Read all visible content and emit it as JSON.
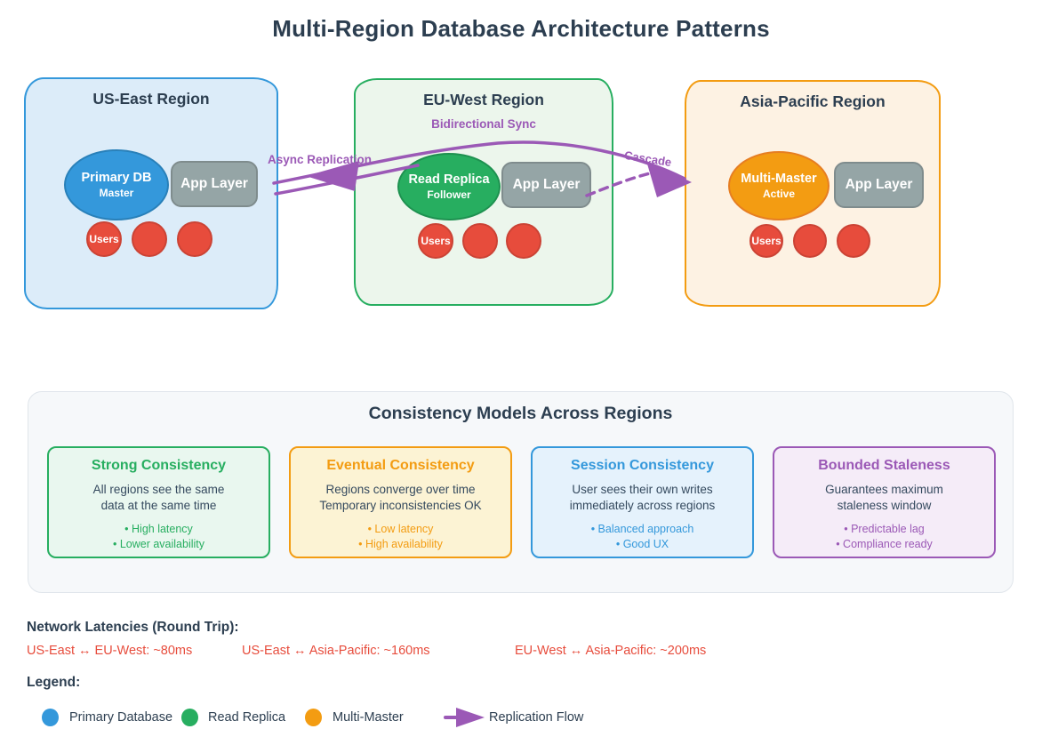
{
  "title": "Multi-Region Database Architecture Patterns",
  "regions": [
    {
      "name": "US-East Region",
      "db_label": "Primary DB",
      "db_sublabel": "Master",
      "app_label": "App Layer",
      "users_label": "Users",
      "db_color": "#3498db",
      "box_fill": "#dcecf9",
      "box_border": "#3498db"
    },
    {
      "name": "EU-West Region",
      "subtitle": "Bidirectional Sync",
      "db_label": "Read Replica",
      "db_sublabel": "Follower",
      "app_label": "App Layer",
      "users_label": "Users",
      "db_color": "#27ae60",
      "box_fill": "#ecf6ec",
      "box_border": "#27ae60"
    },
    {
      "name": "Asia-Pacific Region",
      "db_label": "Multi-Master",
      "db_sublabel": "Active",
      "app_label": "App Layer",
      "users_label": "Users",
      "db_color": "#f39c12",
      "box_fill": "#fdf2e3",
      "box_border": "#f39c12"
    }
  ],
  "flows": {
    "async_label": "Async Replication",
    "cascade_label": "Cascade",
    "color": "#9b59b6"
  },
  "consistency_panel": {
    "title": "Consistency Models Across Regions",
    "cards": [
      {
        "title": "Strong Consistency",
        "lines": [
          "All regions see the same",
          "data at the same time"
        ],
        "bullets": [
          "• High latency",
          "• Lower availability"
        ],
        "color": "#27ae60",
        "bg": "#e9f7ef"
      },
      {
        "title": "Eventual Consistency",
        "lines": [
          "Regions converge over time",
          "Temporary inconsistencies OK"
        ],
        "bullets": [
          "• Low latency",
          "• High availability"
        ],
        "color": "#f39c12",
        "bg": "#fcf3d4"
      },
      {
        "title": "Session Consistency",
        "lines": [
          "User sees their own writes",
          "immediately across regions"
        ],
        "bullets": [
          "• Balanced approach",
          "• Good UX"
        ],
        "color": "#3498db",
        "bg": "#e5f2fc"
      },
      {
        "title": "Bounded Staleness",
        "lines": [
          "Guarantees maximum",
          "staleness window"
        ],
        "bullets": [
          "• Predictable lag",
          "• Compliance ready"
        ],
        "color": "#9b59b6",
        "bg": "#f5ecf8"
      }
    ]
  },
  "latencies": {
    "title": "Network Latencies (Round Trip):",
    "items": [
      "US-East ↔ EU-West: ~80ms",
      "US-East ↔ Asia-Pacific: ~160ms",
      "EU-West ↔ Asia-Pacific: ~200ms"
    ],
    "color": "#e74c3c"
  },
  "legend": {
    "title": "Legend:",
    "items": [
      {
        "label": "Primary Database",
        "color": "#3498db",
        "icon": "circle"
      },
      {
        "label": "Read Replica",
        "color": "#27ae60",
        "icon": "circle"
      },
      {
        "label": "Multi-Master",
        "color": "#f39c12",
        "icon": "circle"
      },
      {
        "label": "Replication Flow",
        "color": "#9b59b6",
        "icon": "arrow"
      }
    ]
  }
}
